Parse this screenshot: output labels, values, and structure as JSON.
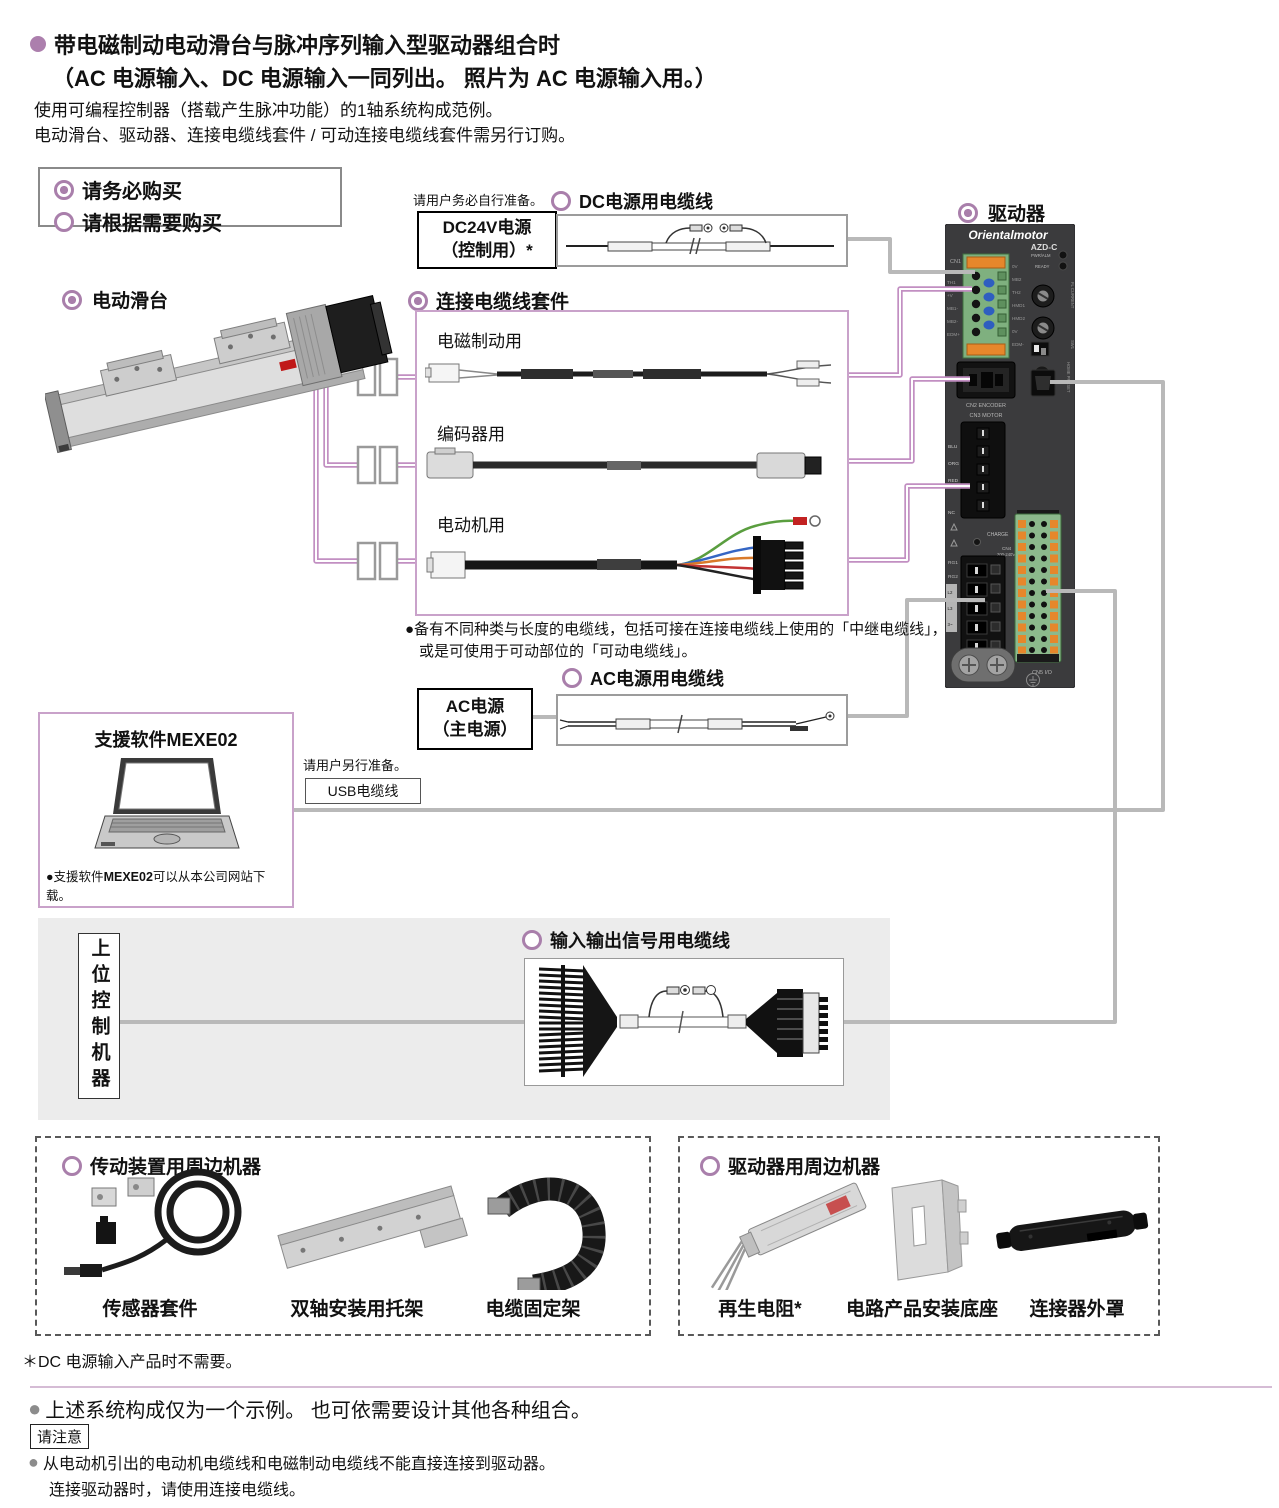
{
  "title": {
    "line1": "带电磁制动电动滑台与脉冲序列输入型驱动器组合时",
    "line2": "（AC 电源输入、DC 电源输入一同列出。 照片为 AC 电源输入用。）",
    "desc1": "使用可编程控制器（搭载产生脉冲功能）的1轴系统构成范例。",
    "desc2": "电动滑台、驱动器、连接电缆线套件 / 可动连接电缆线套件需另行订购。"
  },
  "legend": {
    "required": "请务必购买",
    "optional": "请根据需要购买"
  },
  "dc_power": {
    "prepare_note": "请用户务必自行准备。",
    "box_line1": "DC24V电源",
    "box_line2": "（控制用）*",
    "cable_label": "DC电源用电缆线"
  },
  "slider": {
    "label": "电动滑台"
  },
  "driver": {
    "label": "驱动器",
    "brand": "Orientalmotor",
    "model": "AZD-C",
    "cn1": "CN1",
    "left_pins": [
      "TH1",
      "+V",
      "MB1-",
      "MB2-",
      "EDM+"
    ],
    "right_pins": [
      "0V",
      "MB2",
      "TH2",
      "HMD1",
      "HMD2",
      "0V",
      "EDM-"
    ],
    "led1": "PWR/ALM",
    "led2": "READY",
    "fl": "FL CURRENT",
    "sw": "SW1",
    "home": "HOME PRESET",
    "cn2": "CN2 ENCODER",
    "cn3": "CN3 MOTOR",
    "wires": [
      "BLU",
      "ORG",
      "RED",
      "NC"
    ],
    "charge": "CHARGE",
    "cn4a": "CN4",
    "cn4b": "200-240V",
    "rg1": "RG1",
    "rg2": "RG2",
    "l_tags": [
      "L2",
      "L3",
      "3~"
    ],
    "cn5": "CN5 I/O"
  },
  "cable_set": {
    "label": "连接电缆线套件",
    "items": [
      "电磁制动用",
      "编码器用",
      "电动机用"
    ],
    "note1": "●备有不同种类与长度的电缆线，包括可接在连接电缆线上使用的「中继电缆线」，",
    "note2": "或是可使用于可动部位的「可动电缆线」。"
  },
  "ac_power": {
    "cable_label": "AC电源用电缆线",
    "box_line1": "AC电源",
    "box_line2": "（主电源）"
  },
  "mexe02": {
    "title": "支援软件MEXE02",
    "note_pre": "●支援软件",
    "note_bold": "MEXE02",
    "note_post": "可以从本公司网站下载。"
  },
  "usb": {
    "prepare_note": "请用户另行准备。",
    "label": "USB电缆线"
  },
  "host": {
    "label": "上位控制机器",
    "cable_label": "输入输出信号用电缆线"
  },
  "peripherals_actuator": {
    "label": "传动装置用周边机器",
    "items": [
      "传感器套件",
      "双轴安装用托架",
      "电缆固定架"
    ]
  },
  "peripherals_driver": {
    "label": "驱动器用周边机器",
    "items": [
      "再生电阻*",
      "电路产品安装底座",
      "连接器外罩"
    ]
  },
  "footnotes": {
    "asterisk": "＊DC 电源输入产品时不需要。",
    "note1": "上述系统构成仅为一个示例。 也可依需要设计其他各种组合。",
    "caution_label": "请注意",
    "note2": "从电动机引出的电动机电缆线和电磁制动电缆线不能直接连接到驱动器。",
    "note3": "连接驱动器时，请使用连接电缆线。"
  },
  "colors": {
    "accent_purple": "#a97fab",
    "line_purple": "#c28fc2",
    "line_gray": "#b9b9b9",
    "band_bg": "#ececec",
    "driver_body": "#3b3b3d",
    "connector_green": "#8cb98c",
    "connector_orange": "#e6872b"
  }
}
